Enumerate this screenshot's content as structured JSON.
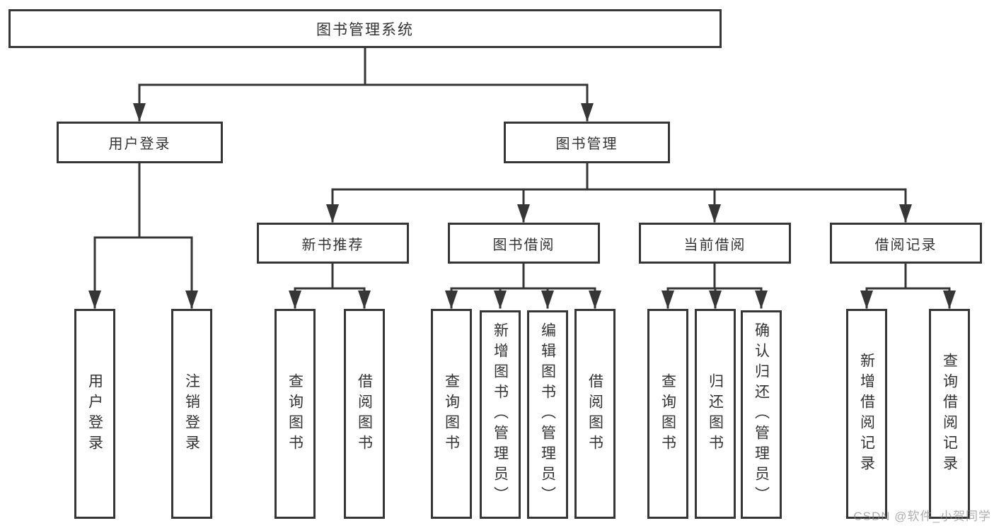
{
  "diagram": {
    "root": {
      "label": "图书管理系统"
    },
    "branches": {
      "user_login": {
        "label": "用户登录",
        "children": [
          "用户登录",
          "注销登录"
        ]
      },
      "book_mgmt": {
        "label": "图书管理"
      }
    },
    "modules": [
      {
        "label": "新书推荐",
        "children": [
          "查询图书",
          "借阅图书"
        ]
      },
      {
        "label": "图书借阅",
        "children": [
          "查询图书",
          "新增图书（管理员）",
          "编辑图书（管理员）",
          "借阅图书"
        ]
      },
      {
        "label": "当前借阅",
        "children": [
          "查询图书",
          "归还图书",
          "确认归还（管理员）"
        ]
      },
      {
        "label": "借阅记录",
        "children": [
          "新增借阅记录",
          "查询借阅记录"
        ]
      }
    ]
  },
  "watermark": "CSDN @软件_小贺同学",
  "colors": {
    "line": "#363636",
    "text": "#333333",
    "watermark": "#828282",
    "background": "#ffffff"
  }
}
